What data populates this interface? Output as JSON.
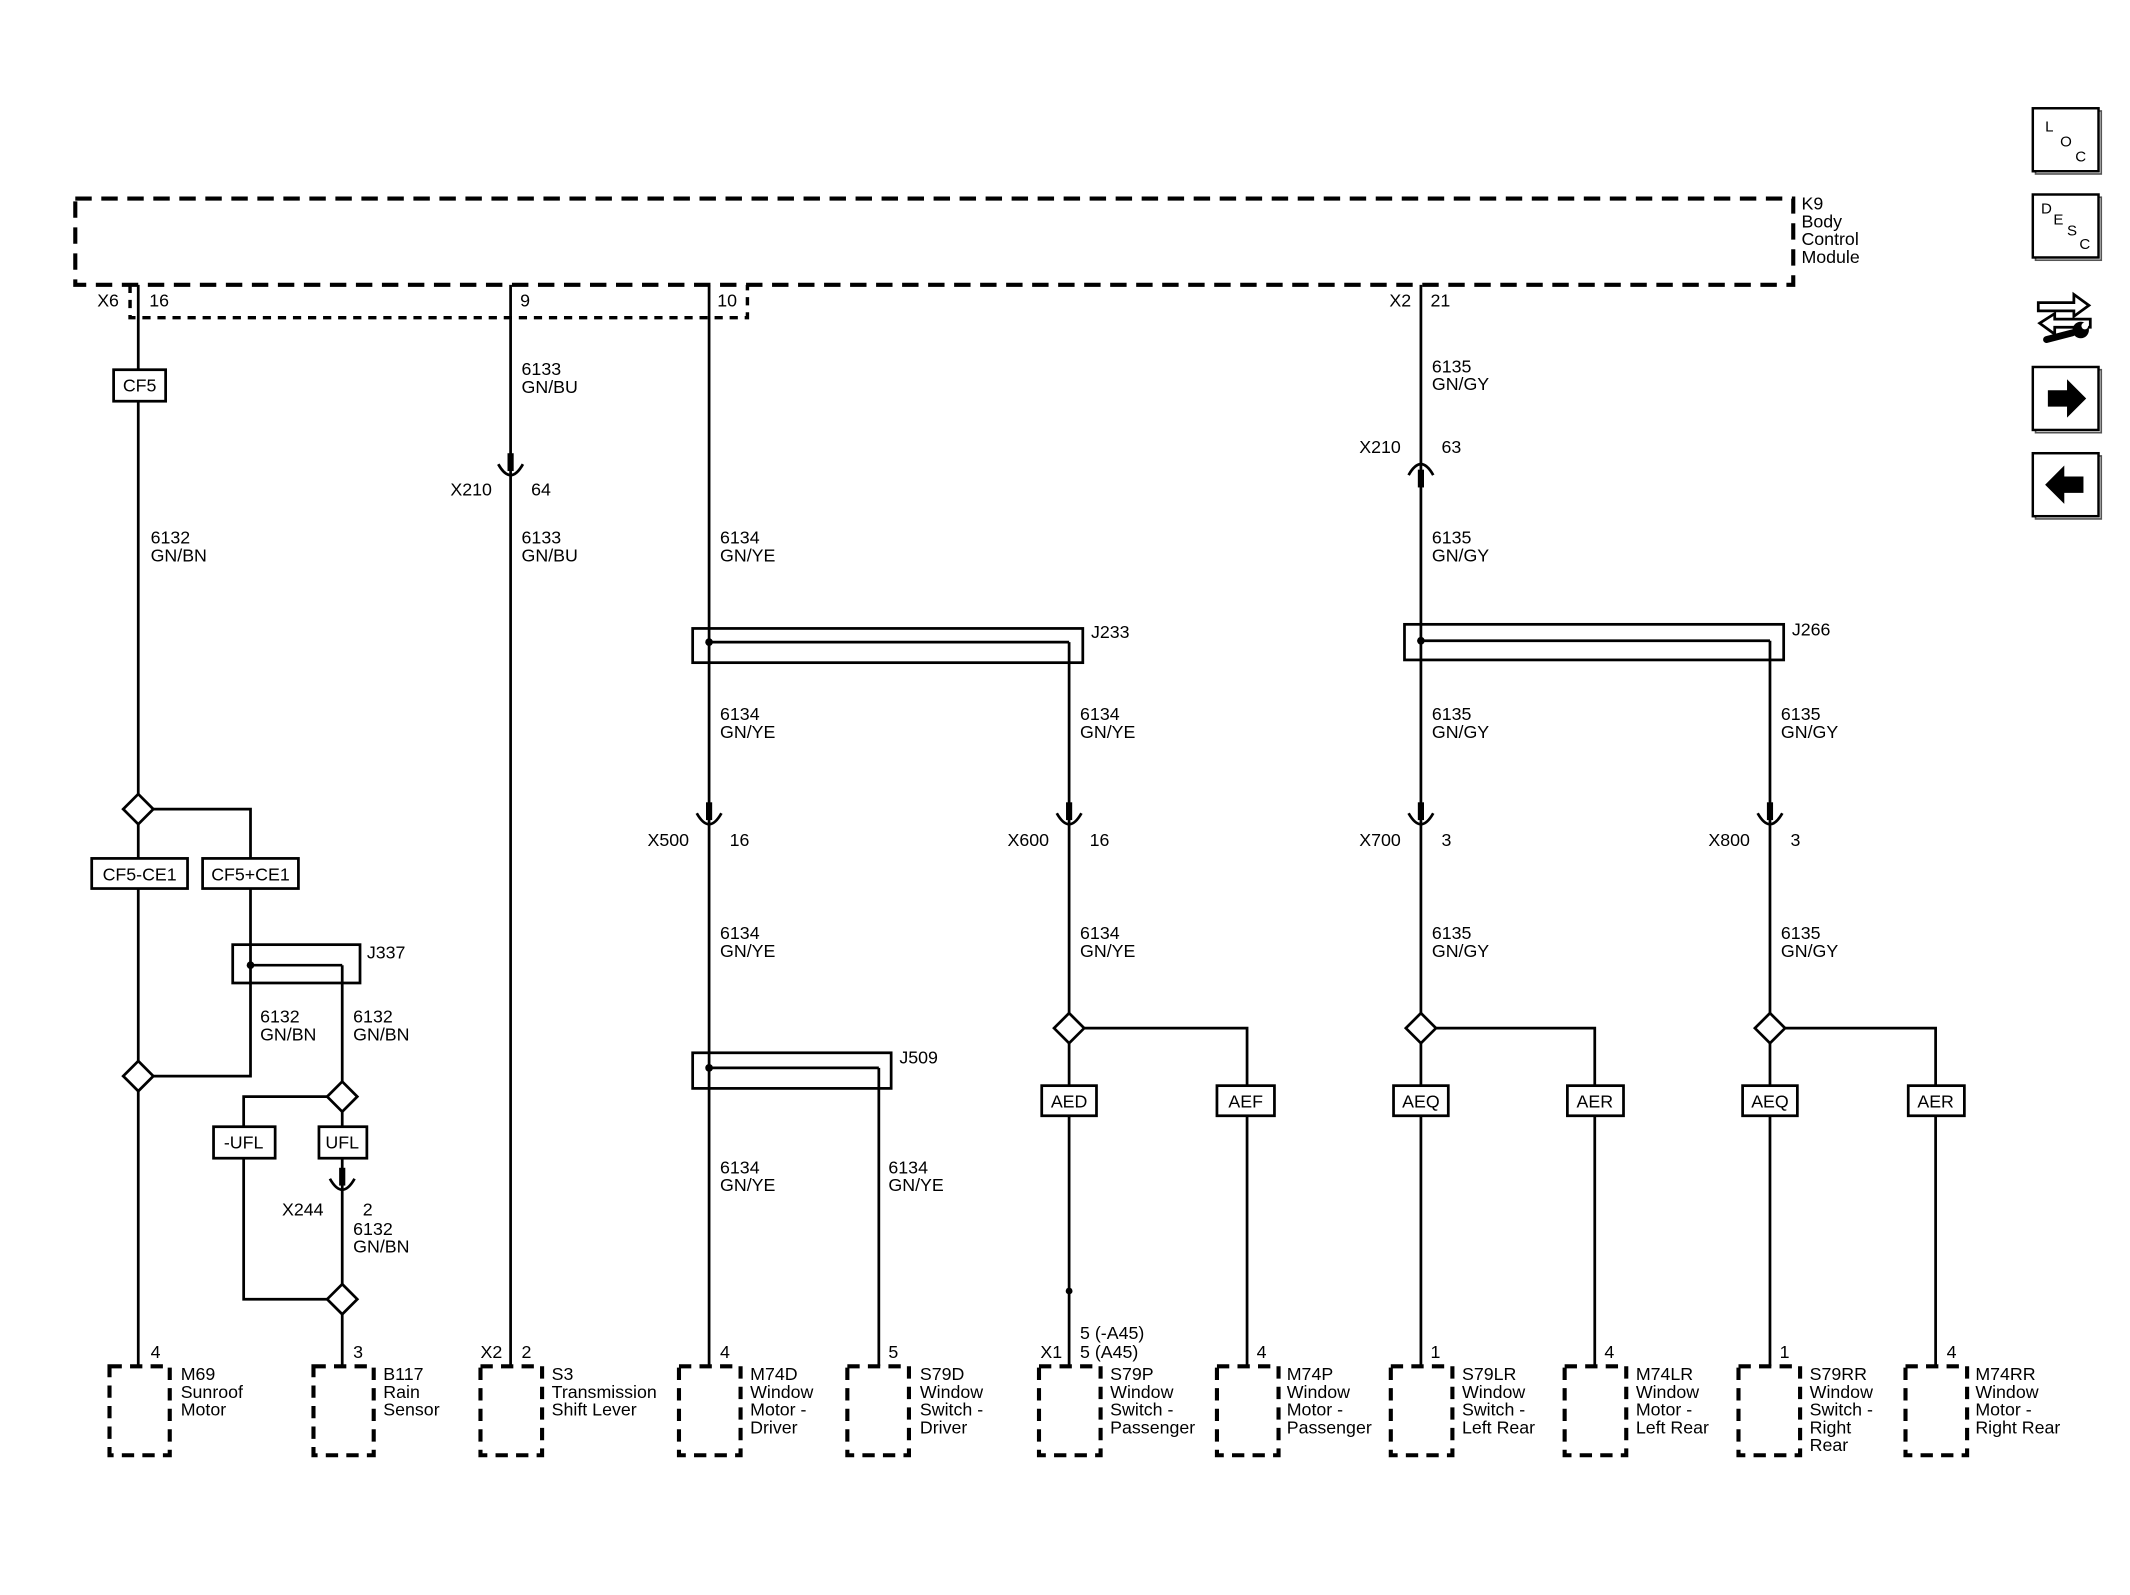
{
  "diagram": {
    "module": {
      "ref": "K9",
      "name": [
        "Body",
        "Control",
        "Module"
      ]
    },
    "module_connectors": {
      "x6": {
        "ref": "X6",
        "pin_16": "16",
        "pin_9": "9",
        "pin_10": "10"
      },
      "x2": {
        "ref": "X2",
        "pin_21": "21"
      }
    },
    "circuits": {
      "c6132": {
        "number": "6132",
        "color": "GN/BN"
      },
      "c6133": {
        "number": "6133",
        "color": "GN/BU"
      },
      "c6134": {
        "number": "6134",
        "color": "GN/YE"
      },
      "c6135": {
        "number": "6135",
        "color": "GN/GY"
      }
    },
    "options": {
      "cf5": "CF5",
      "cf5_minus_ce1": "CF5-CE1",
      "cf5_plus_ce1": "CF5+CE1",
      "ufl_minus": "-UFL",
      "ufl": "UFL",
      "aed": "AED",
      "aef": "AEF",
      "aeq_left": "AEQ",
      "aer_left": "AER",
      "aeq_right": "AEQ",
      "aer_right": "AER"
    },
    "splices": {
      "j337": "J337",
      "j233": "J233",
      "j509": "J509",
      "j266": "J266"
    },
    "inline_connectors": {
      "x210_64": {
        "ref": "X210",
        "pin": "64"
      },
      "x210_63": {
        "ref": "X210",
        "pin": "63"
      },
      "x244": {
        "ref": "X244",
        "pin": "2"
      },
      "x500": {
        "ref": "X500",
        "pin": "16"
      },
      "x600": {
        "ref": "X600",
        "pin": "16"
      },
      "x700": {
        "ref": "X700",
        "pin": "3"
      },
      "x800": {
        "ref": "X800",
        "pin": "3"
      }
    },
    "components": [
      {
        "ref": "M69",
        "name": [
          "Sunroof",
          "Motor"
        ],
        "pin": "4"
      },
      {
        "ref": "B117",
        "name": [
          "Rain",
          "Sensor"
        ],
        "pin": "3"
      },
      {
        "ref": "S3",
        "name": [
          "Transmission",
          "Shift Lever"
        ],
        "connector": "X2",
        "pin": "2"
      },
      {
        "ref": "M74D",
        "name": [
          "Window",
          "Motor -",
          "Driver"
        ],
        "pin": "4"
      },
      {
        "ref": "S79D",
        "name": [
          "Window",
          "Switch -",
          "Driver"
        ],
        "pin": "5"
      },
      {
        "ref": "S79P",
        "name": [
          "Window",
          "Switch -",
          "Passenger"
        ],
        "connector": "X1",
        "pins": [
          "5 (-A45)",
          "5 (A45)"
        ]
      },
      {
        "ref": "M74P",
        "name": [
          "Window",
          "Motor -",
          "Passenger"
        ],
        "pin": "4"
      },
      {
        "ref": "S79LR",
        "name": [
          "Window",
          "Switch -",
          "Left Rear"
        ],
        "pin": "1"
      },
      {
        "ref": "M74LR",
        "name": [
          "Window",
          "Motor -",
          "Left Rear"
        ],
        "pin": "4"
      },
      {
        "ref": "S79RR",
        "name": [
          "Window",
          "Switch -",
          "Right",
          "Rear"
        ],
        "pin": "1"
      },
      {
        "ref": "M74RR",
        "name": [
          "Window",
          "Motor -",
          "Right Rear"
        ],
        "pin": "4"
      }
    ]
  },
  "nav": {
    "loc": {
      "icon": "loc-icon",
      "letters": [
        "L",
        "O",
        "C"
      ]
    },
    "desc": {
      "icon": "desc-icon",
      "letters": [
        "D",
        "E",
        "S",
        "C"
      ]
    },
    "views": {
      "icon": "wrench-arrows-icon"
    },
    "next": {
      "icon": "arrow-right-icon"
    },
    "previous": {
      "icon": "arrow-left-icon"
    }
  },
  "colors": {
    "line": "#000000",
    "background": "#ffffff"
  }
}
